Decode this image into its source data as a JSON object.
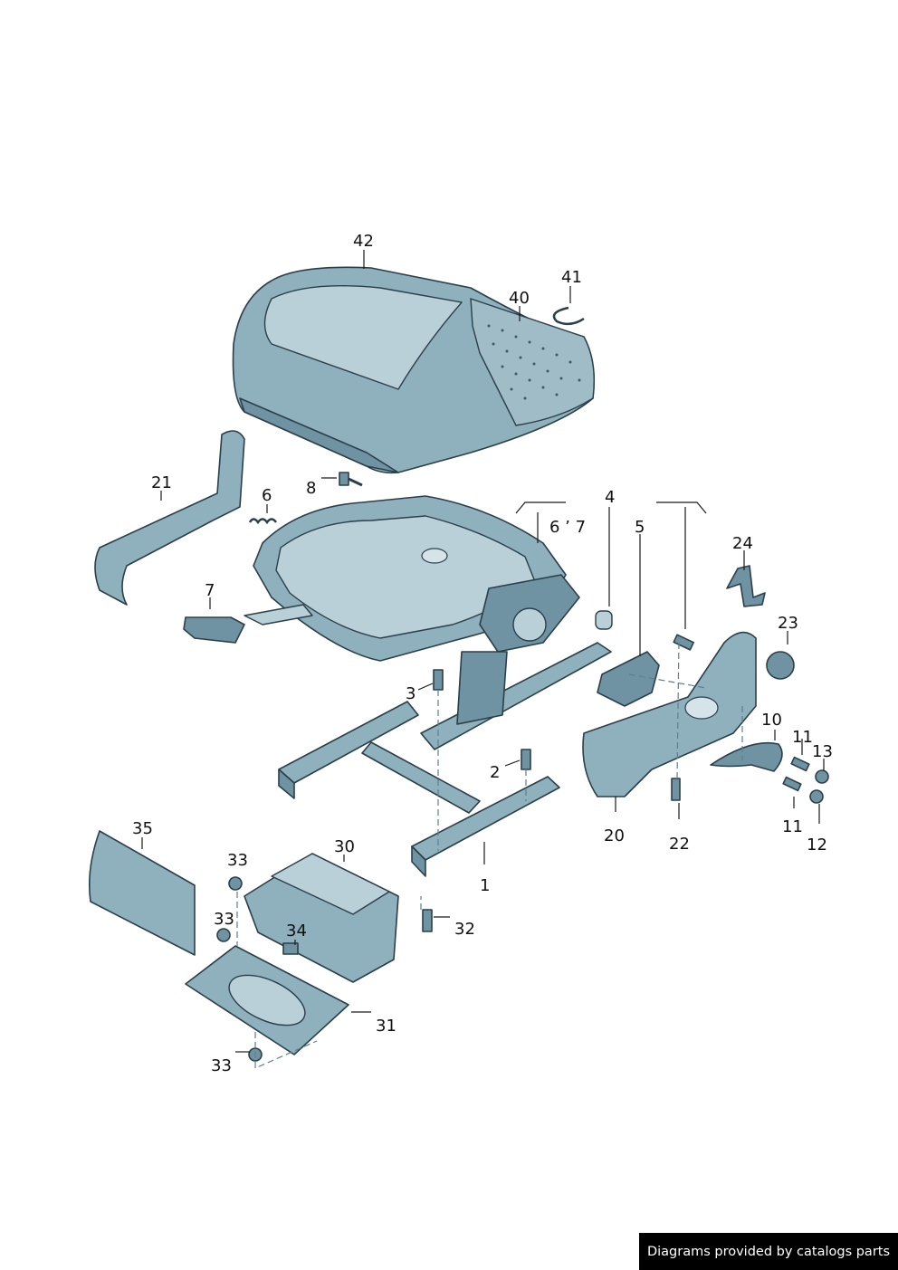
{
  "diagram": {
    "callouts": {
      "c42": "42",
      "c41": "41",
      "c40": "40",
      "c21": "21",
      "c6": "6",
      "c8": "8",
      "c4": "4",
      "c67": "6 ’ 7",
      "c5": "5",
      "c24": "24",
      "c23": "23",
      "c7": "7",
      "c3": "3",
      "c10": "10",
      "c11a": "11",
      "c13": "13",
      "c2": "2",
      "c11b": "11",
      "c20": "20",
      "c22": "22",
      "c12": "12",
      "c35": "35",
      "c30": "30",
      "c33a": "33",
      "c1": "1",
      "c33b": "33",
      "c34": "34",
      "c32": "32",
      "c31": "31",
      "c33c": "33"
    },
    "credit": "Diagrams provided by catalogs parts"
  }
}
